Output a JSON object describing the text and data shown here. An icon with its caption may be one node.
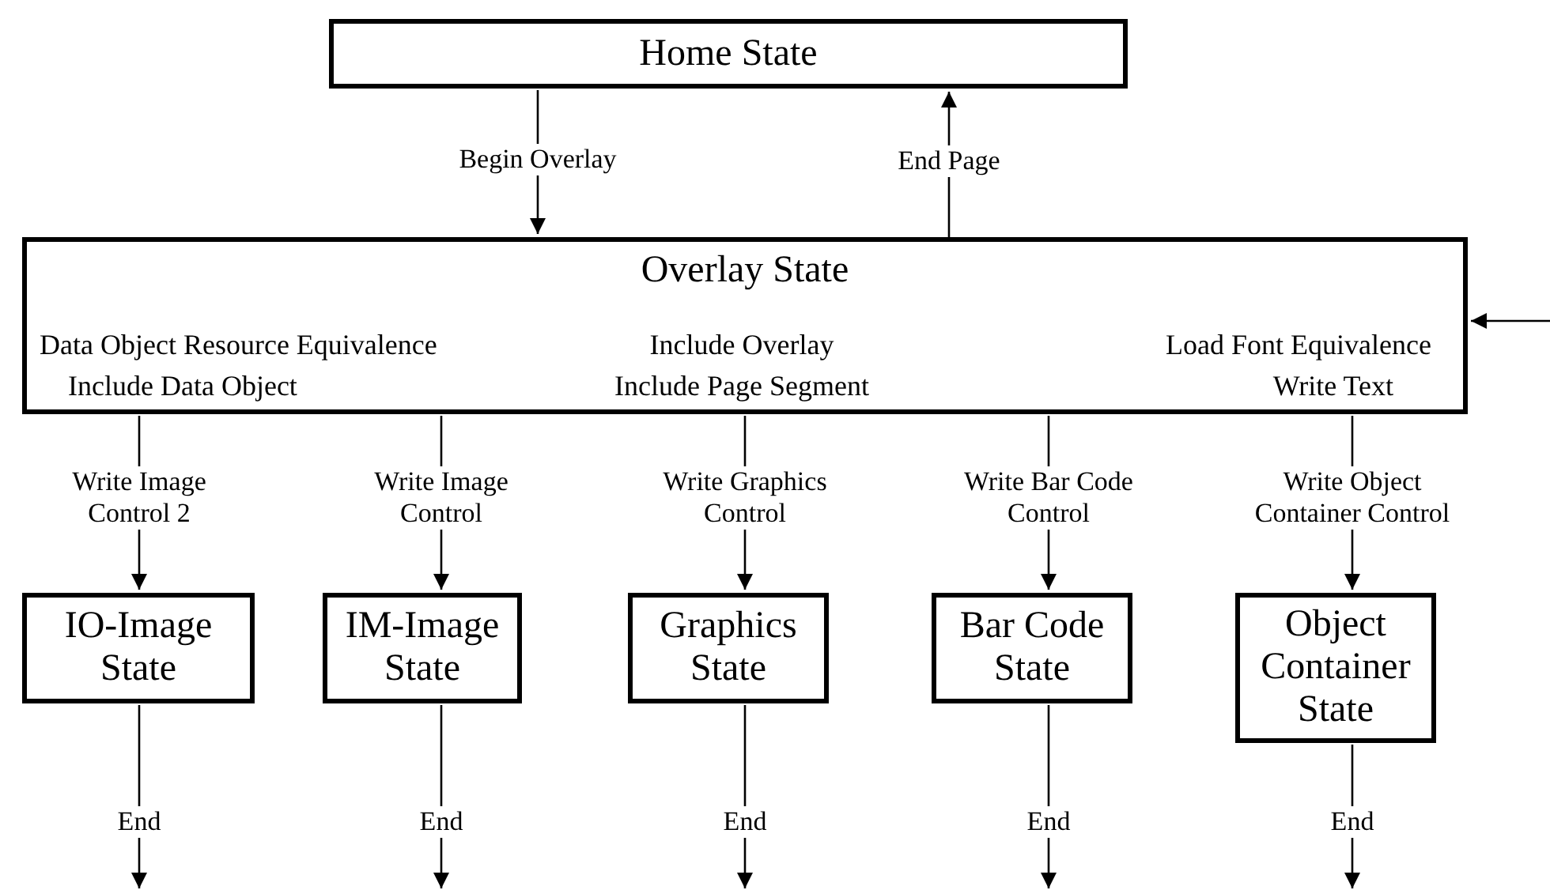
{
  "diagram": {
    "nodes": [
      {
        "text": [
          "Home State"
        ]
      },
      {
        "text": [
          "Overlay State",
          "Data Object Resource Equivalence",
          "Include Data Object",
          "Include Overlay",
          "Include Page Segment",
          "Load Font Equivalence",
          "Write Text"
        ]
      },
      {
        "text": [
          "IO-Image State"
        ]
      },
      {
        "text": [
          "IM-Image State"
        ]
      },
      {
        "text": [
          "Graphics State"
        ]
      },
      {
        "text": [
          "Bar Code State"
        ]
      },
      {
        "text": [
          "Object Container State"
        ]
      }
    ],
    "edges": [
      {
        "from": 0,
        "to": 1,
        "arrow": "to",
        "label": "Begin Overlay"
      },
      {
        "from": 1,
        "to": 0,
        "arrow": "to",
        "label": "End Page"
      },
      {
        "from": null,
        "to": 1,
        "arrow": "to"
      },
      {
        "from": 1,
        "to": 2,
        "arrow": "to",
        "label": "Write Image Control 2"
      },
      {
        "from": 1,
        "to": 3,
        "arrow": "to",
        "label": "Write Image Control"
      },
      {
        "from": 1,
        "to": 4,
        "arrow": "to",
        "label": "Write Graphics Control"
      },
      {
        "from": 1,
        "to": 5,
        "arrow": "to",
        "label": "Write Bar Code Control"
      },
      {
        "from": 1,
        "to": 6,
        "arrow": "to",
        "label": "Write Object Container Control"
      },
      {
        "from": 2,
        "to": null,
        "arrow": "to",
        "label": "End"
      },
      {
        "from": 3,
        "to": null,
        "arrow": "to",
        "label": "End"
      },
      {
        "from": 4,
        "to": null,
        "arrow": "to",
        "label": "End"
      },
      {
        "from": 5,
        "to": null,
        "arrow": "to",
        "label": "End"
      },
      {
        "from": 6,
        "to": null,
        "arrow": "to",
        "label": "End"
      }
    ]
  }
}
